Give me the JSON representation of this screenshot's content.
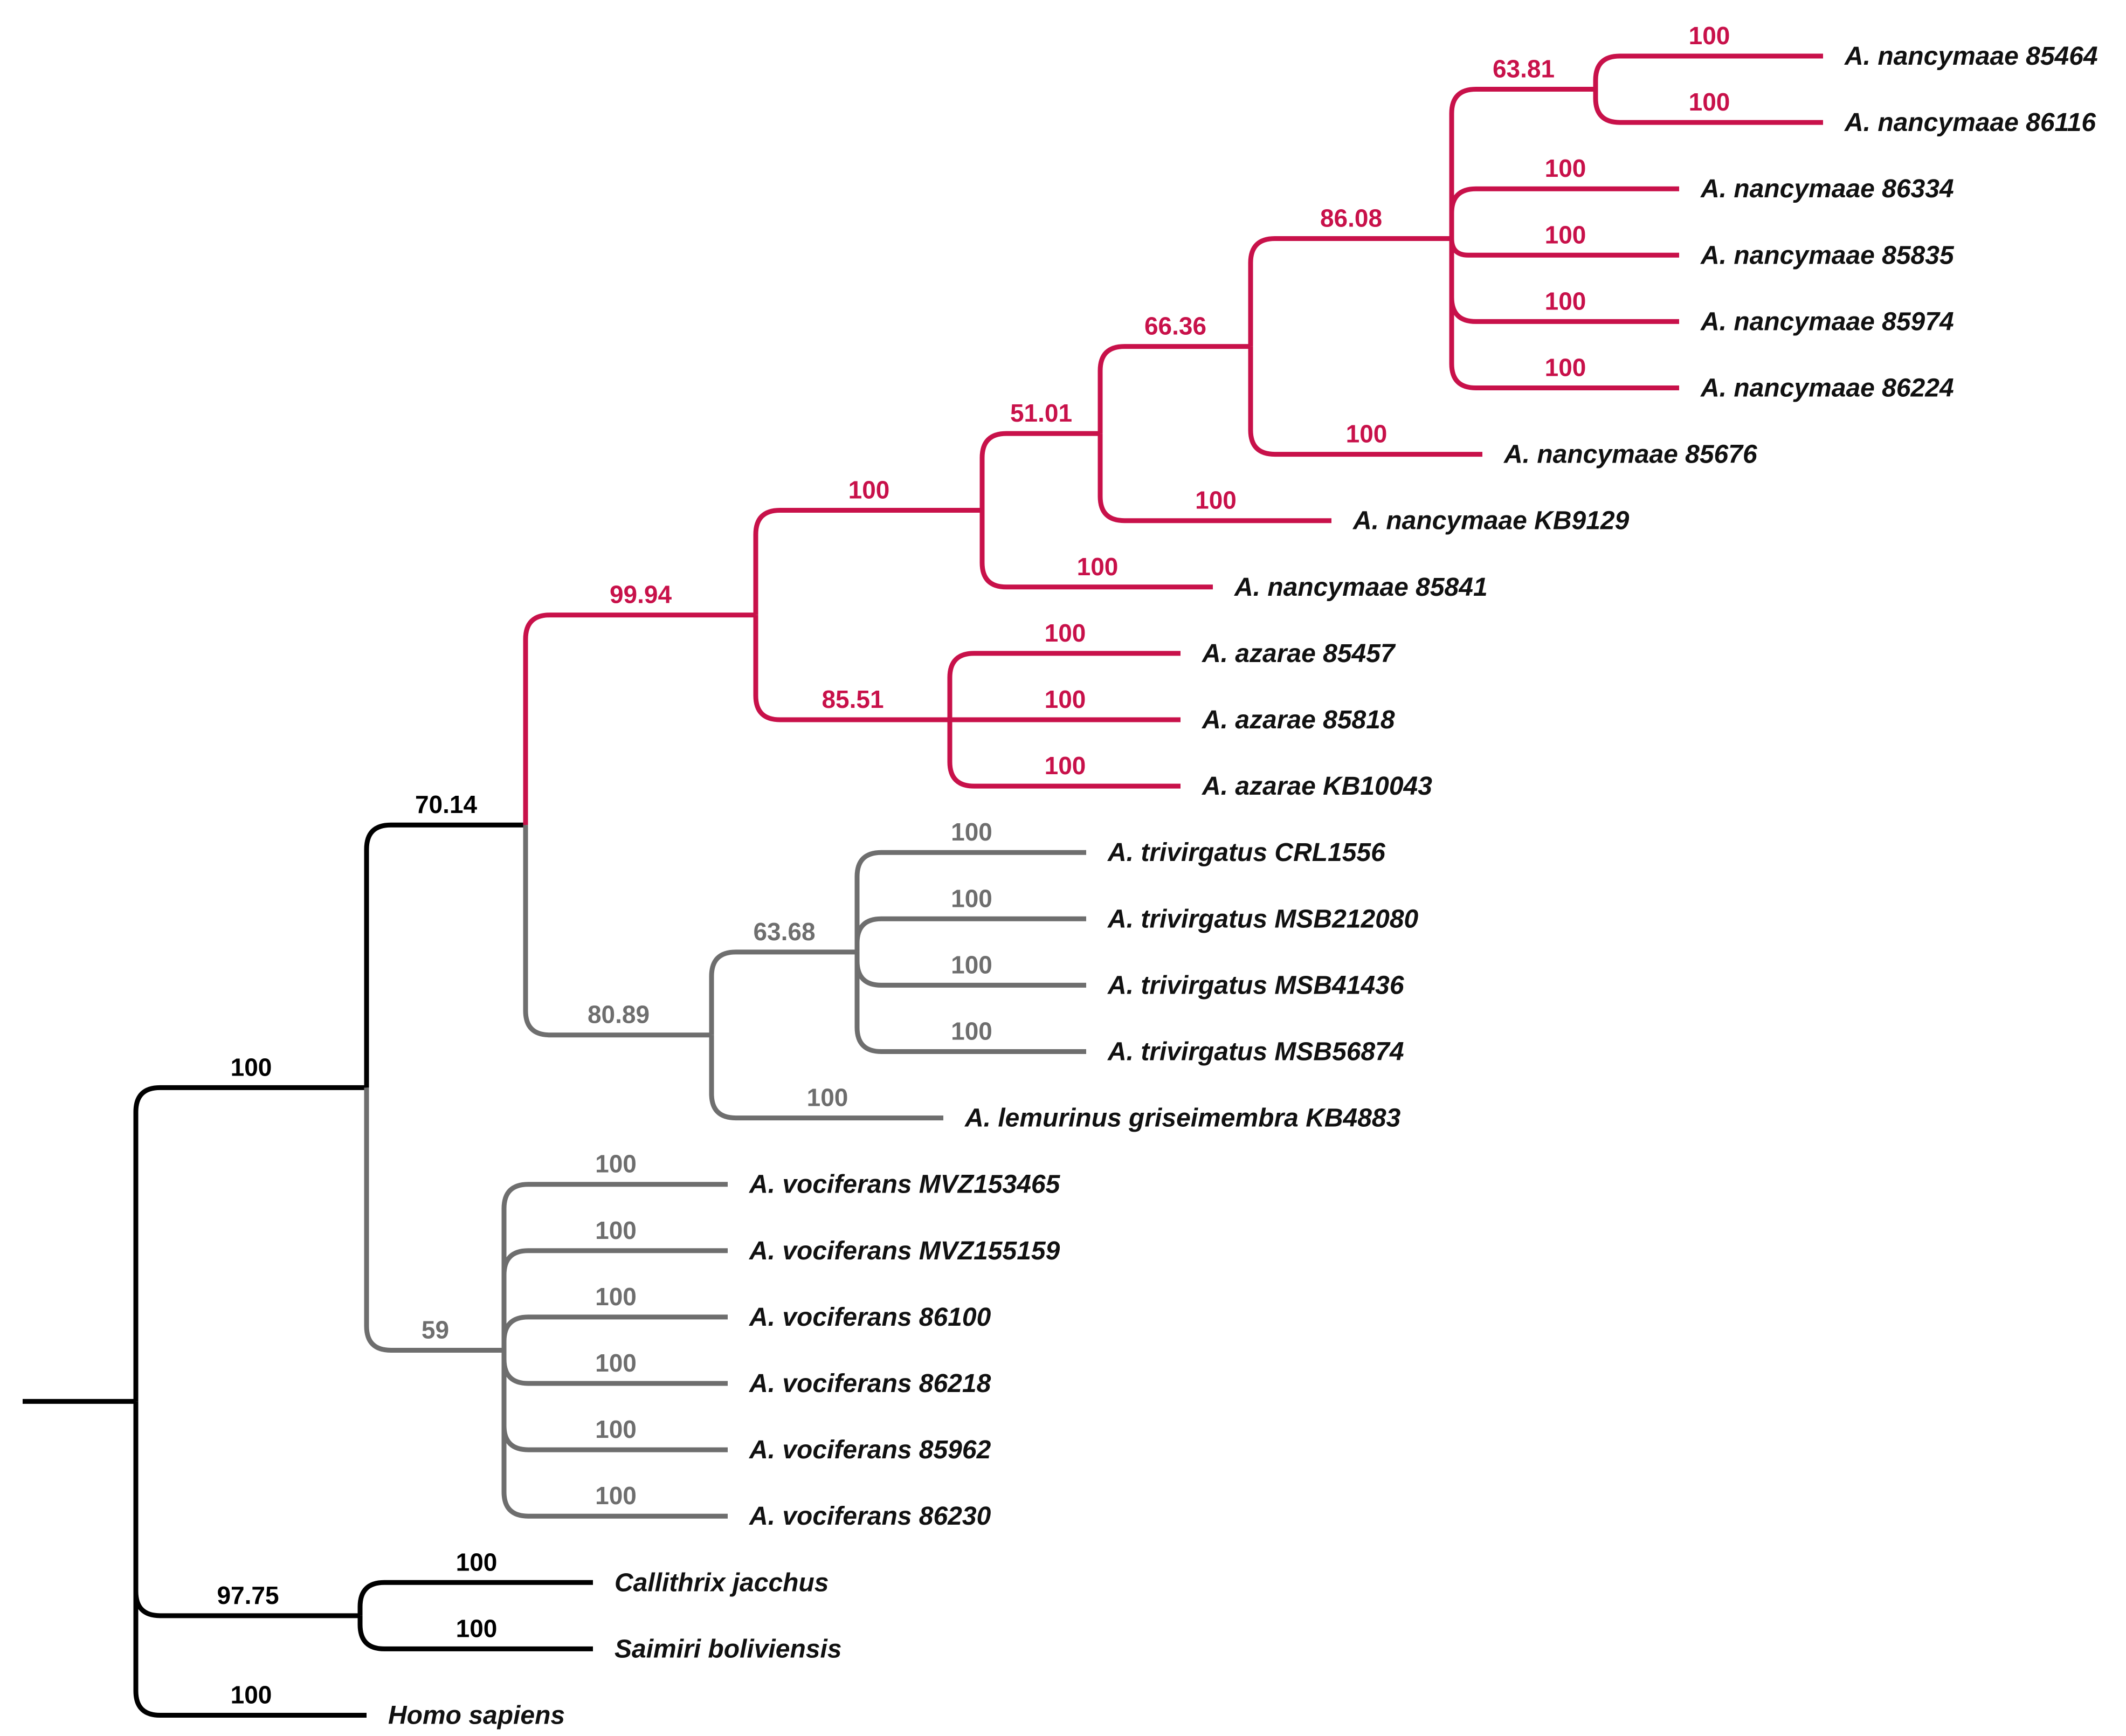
{
  "colors": {
    "red": "#c8114a",
    "black": "#000000",
    "gray": "#6e6e6e"
  },
  "nodes": {
    "root": {
      "support": "",
      "color": "black"
    },
    "n_in": {
      "support": "100",
      "color": "black"
    },
    "n_out": {
      "support": "97.75",
      "color": "black"
    },
    "n_a": {
      "support": "70.14",
      "color": "black"
    },
    "n_red": {
      "support": "99.94",
      "color": "red"
    },
    "n_naz": {
      "support": "100",
      "color": "red"
    },
    "n_nan": {
      "support": "51.01",
      "color": "red"
    },
    "n_b": {
      "support": "66.36",
      "color": "red"
    },
    "n_c": {
      "support": "86.08",
      "color": "red"
    },
    "n_d": {
      "support": "63.81",
      "color": "red"
    },
    "n_az": {
      "support": "85.51",
      "color": "red"
    },
    "n_tl": {
      "support": "80.89",
      "color": "gray"
    },
    "n_tri": {
      "support": "63.68",
      "color": "gray"
    },
    "n_voc": {
      "support": "59",
      "color": "gray"
    }
  },
  "taxa": {
    "t_nan_85464": {
      "label": "A. nancymaae 85464",
      "support": "100",
      "color": "red"
    },
    "t_nan_86116": {
      "label": "A. nancymaae 86116",
      "support": "100",
      "color": "red"
    },
    "t_nan_86334": {
      "label": "A. nancymaae 86334",
      "support": "100",
      "color": "red"
    },
    "t_nan_85835": {
      "label": "A. nancymaae 85835",
      "support": "100",
      "color": "red"
    },
    "t_nan_85974": {
      "label": "A. nancymaae 85974",
      "support": "100",
      "color": "red"
    },
    "t_nan_86224": {
      "label": "A. nancymaae 86224",
      "support": "100",
      "color": "red"
    },
    "t_nan_85676": {
      "label": "A. nancymaae 85676",
      "support": "100",
      "color": "red"
    },
    "t_nan_kb9129": {
      "label": "A. nancymaae KB9129",
      "support": "100",
      "color": "red"
    },
    "t_nan_85841": {
      "label": "A. nancymaae 85841",
      "support": "100",
      "color": "red"
    },
    "t_az_85457": {
      "label": "A. azarae 85457",
      "support": "100",
      "color": "red"
    },
    "t_az_85818": {
      "label": "A. azarae 85818",
      "support": "100",
      "color": "red"
    },
    "t_az_kb10043": {
      "label": "A. azarae KB10043",
      "support": "100",
      "color": "red"
    },
    "t_tri_crl1556": {
      "label": "A. trivirgatus CRL1556",
      "support": "100",
      "color": "gray"
    },
    "t_tri_212080": {
      "label": "A. trivirgatus MSB212080",
      "support": "100",
      "color": "gray"
    },
    "t_tri_41436": {
      "label": "A. trivirgatus MSB41436",
      "support": "100",
      "color": "gray"
    },
    "t_tri_56874": {
      "label": "A. trivirgatus MSB56874",
      "support": "100",
      "color": "gray"
    },
    "t_lem_kb4883": {
      "label": "A. lemurinus griseimembra KB4883",
      "support": "100",
      "color": "gray"
    },
    "t_voc_153465": {
      "label": "A. vociferans MVZ153465",
      "support": "100",
      "color": "gray"
    },
    "t_voc_155159": {
      "label": "A. vociferans MVZ155159",
      "support": "100",
      "color": "gray"
    },
    "t_voc_86100": {
      "label": "A. vociferans 86100",
      "support": "100",
      "color": "gray"
    },
    "t_voc_86218": {
      "label": "A. vociferans 86218",
      "support": "100",
      "color": "gray"
    },
    "t_voc_85962": {
      "label": "A. vociferans 85962",
      "support": "100",
      "color": "gray"
    },
    "t_voc_86230": {
      "label": "A. vociferans 86230",
      "support": "100",
      "color": "gray"
    },
    "t_callithrix": {
      "label": "Callithrix jacchus",
      "support": "100",
      "color": "black"
    },
    "t_saimiri": {
      "label": "Saimiri boliviensis",
      "support": "100",
      "color": "black"
    },
    "t_homo": {
      "label": "Homo sapiens",
      "support": "100",
      "color": "black"
    }
  },
  "diagram": {
    "tree": {
      "id": "root",
      "children": [
        {
          "id": "n_in",
          "children": [
            {
              "id": "n_a",
              "children": [
                {
                  "id": "n_red",
                  "children": [
                    {
                      "id": "n_naz",
                      "children": [
                        {
                          "id": "n_nan",
                          "children": [
                            {
                              "id": "n_b",
                              "children": [
                                {
                                  "id": "n_c",
                                  "children": [
                                    {
                                      "id": "n_d",
                                      "children": [
                                        {
                                          "id": "t_nan_85464"
                                        },
                                        {
                                          "id": "t_nan_86116"
                                        }
                                      ]
                                    },
                                    {
                                      "id": "t_nan_86334"
                                    },
                                    {
                                      "id": "t_nan_85835"
                                    },
                                    {
                                      "id": "t_nan_85974"
                                    },
                                    {
                                      "id": "t_nan_86224"
                                    }
                                  ]
                                },
                                {
                                  "id": "t_nan_85676"
                                }
                              ]
                            },
                            {
                              "id": "t_nan_kb9129"
                            }
                          ]
                        },
                        {
                          "id": "t_nan_85841"
                        }
                      ]
                    },
                    {
                      "id": "n_az",
                      "children": [
                        {
                          "id": "t_az_85457"
                        },
                        {
                          "id": "t_az_85818"
                        },
                        {
                          "id": "t_az_kb10043"
                        }
                      ]
                    }
                  ]
                },
                {
                  "id": "n_tl",
                  "children": [
                    {
                      "id": "n_tri",
                      "children": [
                        {
                          "id": "t_tri_crl1556"
                        },
                        {
                          "id": "t_tri_212080"
                        },
                        {
                          "id": "t_tri_41436"
                        },
                        {
                          "id": "t_tri_56874"
                        }
                      ]
                    },
                    {
                      "id": "t_lem_kb4883"
                    }
                  ]
                }
              ]
            },
            {
              "id": "n_voc",
              "children": [
                {
                  "id": "t_voc_153465"
                },
                {
                  "id": "t_voc_155159"
                },
                {
                  "id": "t_voc_86100"
                },
                {
                  "id": "t_voc_86218"
                },
                {
                  "id": "t_voc_85962"
                },
                {
                  "id": "t_voc_86230"
                }
              ]
            }
          ]
        },
        {
          "id": "n_out",
          "children": [
            {
              "id": "t_callithrix"
            },
            {
              "id": "t_saimiri"
            }
          ]
        },
        {
          "id": "t_homo"
        }
      ]
    }
  }
}
